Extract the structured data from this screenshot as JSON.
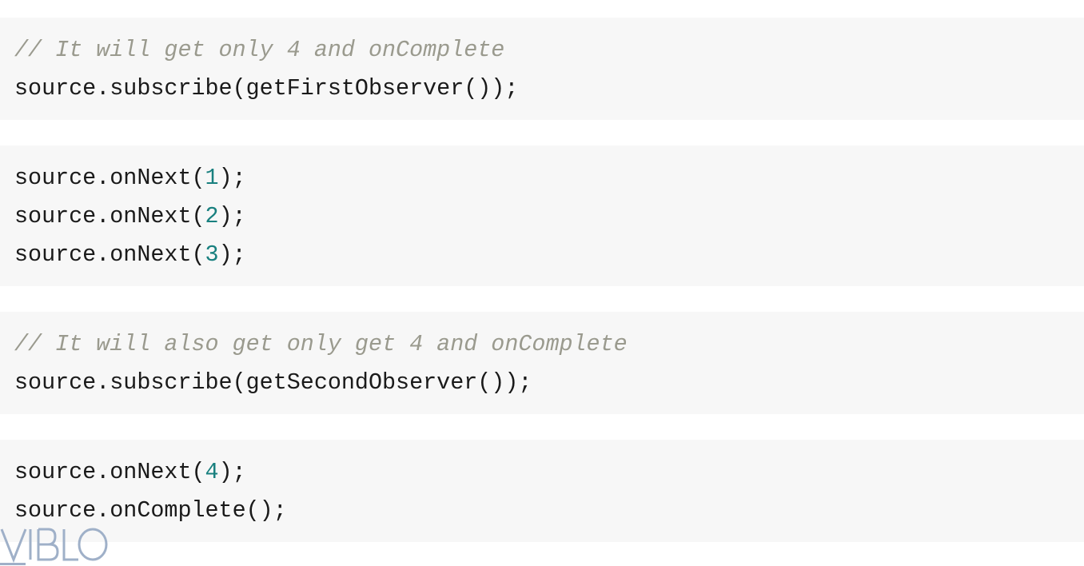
{
  "blocks": [
    {
      "lines": [
        {
          "kind": "comment",
          "text": "// It will get only 4 and onComplete"
        },
        {
          "kind": "code",
          "text": "source.subscribe(getFirstObserver());"
        }
      ]
    },
    {
      "lines": [
        {
          "kind": "call",
          "pre": "source.onNext(",
          "num": "1",
          "post": ");"
        },
        {
          "kind": "call",
          "pre": "source.onNext(",
          "num": "2",
          "post": ");"
        },
        {
          "kind": "call",
          "pre": "source.onNext(",
          "num": "3",
          "post": ");"
        }
      ]
    },
    {
      "lines": [
        {
          "kind": "comment",
          "text": "// It will also get only get 4 and onComplete"
        },
        {
          "kind": "code",
          "text": "source.subscribe(getSecondObserver());"
        }
      ]
    },
    {
      "lines": [
        {
          "kind": "call",
          "pre": "source.onNext(",
          "num": "4",
          "post": ");"
        },
        {
          "kind": "code",
          "text": "source.onComplete();"
        }
      ]
    }
  ],
  "watermark": {
    "text": "VIBLO",
    "icon": "viblo-logo-icon",
    "color": "#9fb0c8"
  },
  "colors": {
    "block_background": "#f7f7f7",
    "comment": "#9a9a8e",
    "number": "#19807f",
    "code": "#1a1a1a"
  }
}
